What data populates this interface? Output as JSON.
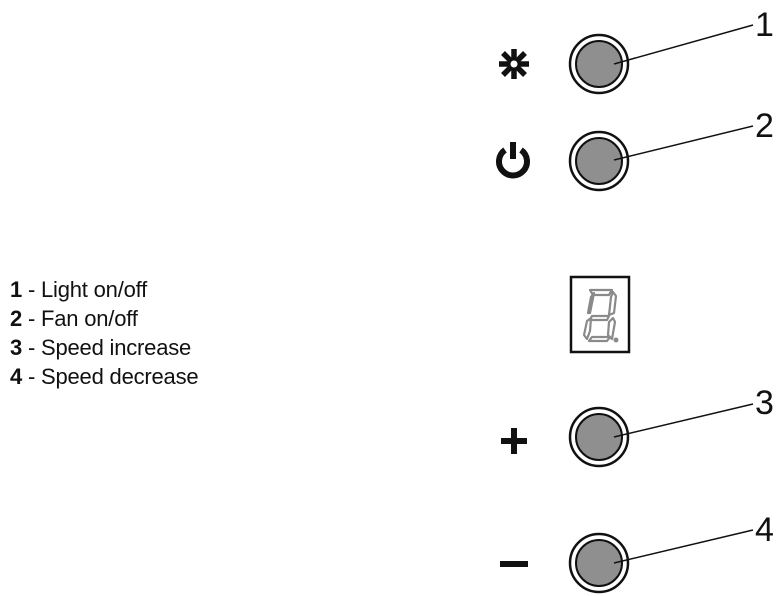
{
  "legend": {
    "items": [
      {
        "number": "1",
        "separator": " - ",
        "text": "Light on/off"
      },
      {
        "number": "2",
        "separator": " - ",
        "text": "Fan on/off"
      },
      {
        "number": "3",
        "separator": " - ",
        "text": "Speed increase"
      },
      {
        "number": "4",
        "separator": " - ",
        "text": "Speed decrease"
      }
    ]
  },
  "callouts": {
    "light": "1",
    "fan": "2",
    "plus": "3",
    "minus": "4"
  },
  "icons": {
    "light": "light-icon",
    "fan": "power-icon",
    "plus": "plus-icon",
    "minus": "minus-icon",
    "display": "seven-segment-display"
  },
  "colors": {
    "button_fill": "#8f8f8f",
    "stroke": "#111111",
    "display_segment": "#8a8a8a"
  }
}
